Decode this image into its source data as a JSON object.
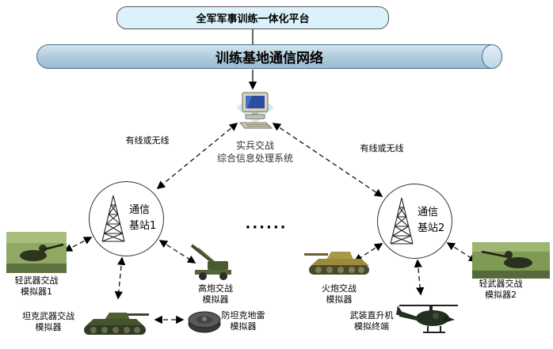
{
  "diagram": {
    "platform_label": "全军军事训练一体化平台",
    "network_label": "训练基地通信网络",
    "processor_label": "实兵交战\n综合信息处理系统",
    "link_label_left": "有线或无线",
    "link_label_right": "有线或无线",
    "station1_label": "通信\n基站1",
    "station2_label": "通信\n基站2",
    "ellipsis": "······",
    "devices": {
      "light_weapon_1": "轻武器交战\n模拟器1",
      "aa_gun": "高炮交战\n模拟器",
      "tank": "坦克武器交战\n模拟器",
      "mine": "防坦克地雷\n模拟器",
      "artillery": "火炮交战\n模拟器",
      "helicopter": "武装直升机\n模拟终端",
      "light_weapon_2": "轻武器交战\n模拟器2"
    },
    "colors": {
      "platform_fill": "#dbf2fa",
      "cylinder_fill": "#b4cfdf",
      "cylinder_border": "#44708e",
      "connector": "#000000"
    }
  }
}
